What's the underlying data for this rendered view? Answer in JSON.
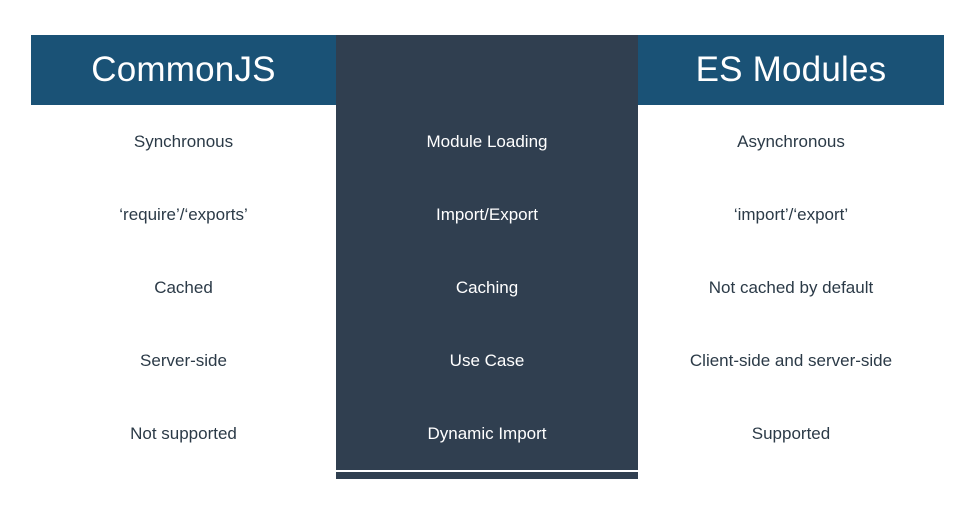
{
  "table": {
    "headers": {
      "left": "CommonJS",
      "middle": "",
      "right": "ES Modules"
    },
    "rows": [
      {
        "left": "Synchronous",
        "middle": "Module Loading",
        "right": "Asynchronous"
      },
      {
        "left": "‘require’/‘exports’",
        "middle": "Import/Export",
        "right": "‘import’/‘export’"
      },
      {
        "left": "Cached",
        "middle": "Caching",
        "right": "Not cached by default"
      },
      {
        "left": "Server-side",
        "middle": "Use Case",
        "right": "Client-side and server-side"
      },
      {
        "left": "Not supported",
        "middle": "Dynamic Import",
        "right": "Supported"
      }
    ]
  },
  "colors": {
    "header_side": "#1a5276",
    "header_middle": "#303f50",
    "middle_column": "#303f50",
    "side_cell_background": "#ffffff",
    "side_cell_text": "#2b3a47",
    "divider": "#27374a",
    "page_background": "#ffffff"
  }
}
